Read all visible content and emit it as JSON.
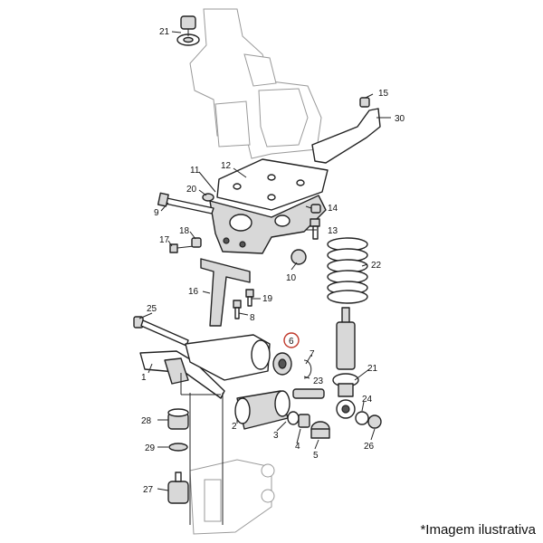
{
  "callouts": {
    "c1": "1",
    "c2": "2",
    "c3": "3",
    "c4": "4",
    "c5": "5",
    "c6": "6",
    "c7": "7",
    "c8": "8",
    "c9": "9",
    "c10": "10",
    "c11": "11",
    "c12": "12",
    "c13": "13",
    "c14": "14",
    "c15": "15",
    "c16": "16",
    "c17": "17",
    "c18": "18",
    "c19": "19",
    "c20": "20",
    "c21a": "21",
    "c21b": "21",
    "c22": "22",
    "c23": "23",
    "c24": "24",
    "c25": "25",
    "c26": "26",
    "c27": "27",
    "c28": "28",
    "c29": "29",
    "c30": "30"
  },
  "highlight": {
    "part": "6",
    "color": "#c0392b"
  },
  "caption": "*Imagem ilustrativa"
}
